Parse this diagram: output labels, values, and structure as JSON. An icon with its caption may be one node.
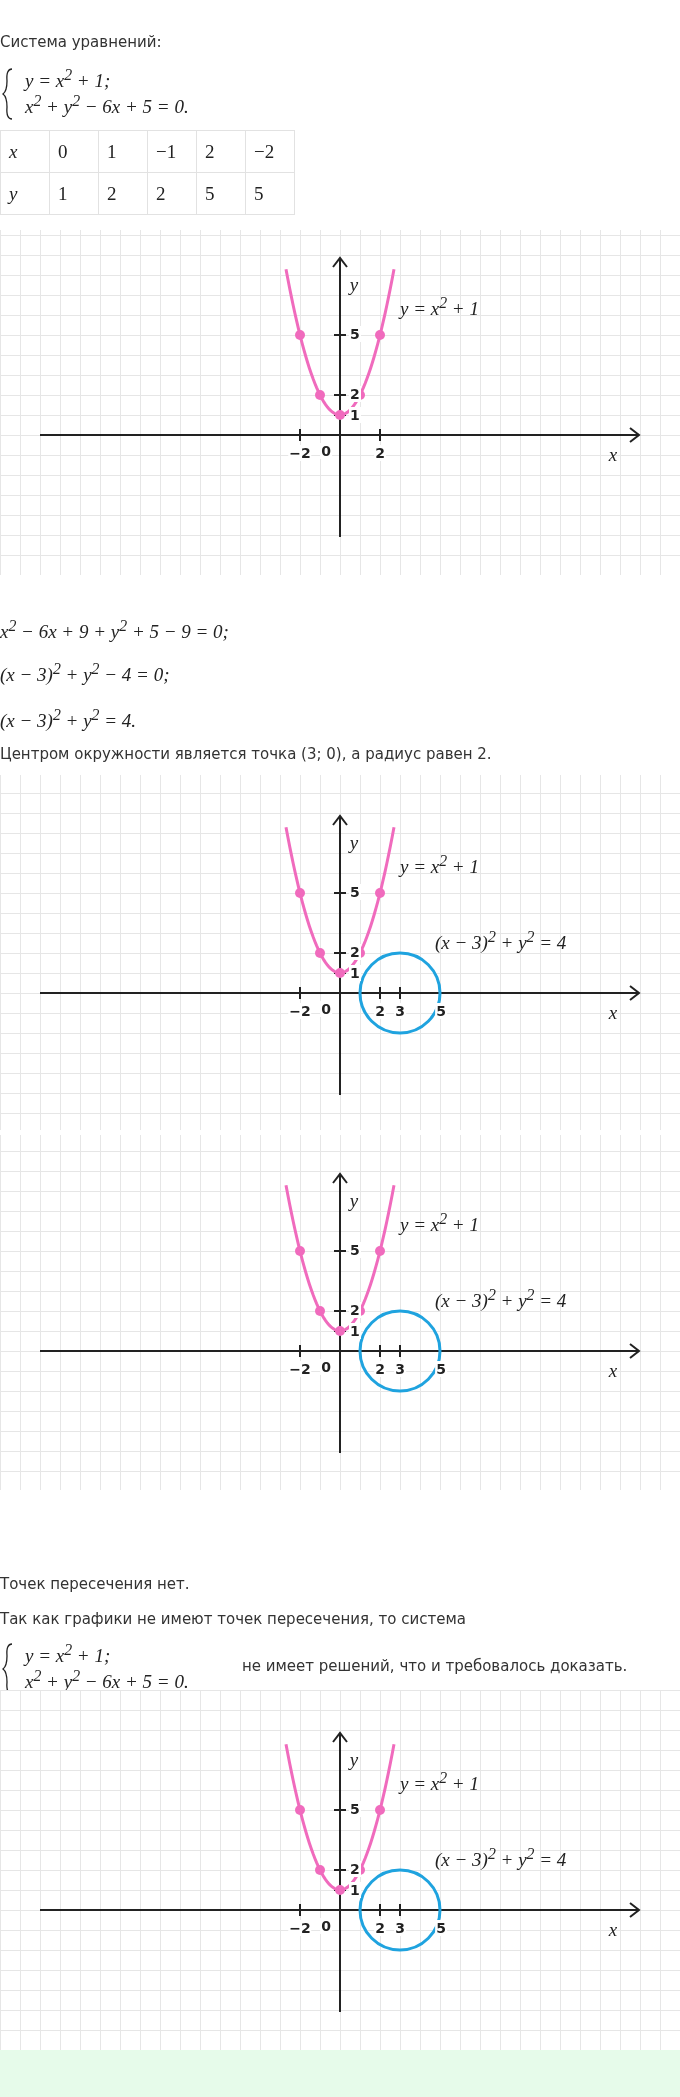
{
  "diagram": {
    "labels": [
      "Система уравнений:",
      "y = x$^{2}$ + 1;",
      "x$^{2}$ + y$^{2}$ − 6x + 5 = 0.",
      "x",
      "0",
      "1",
      "−1",
      "2",
      "−2",
      "y",
      "1",
      "2",
      "2",
      "5",
      "5",
      "y",
      "y = x$^{2}$ + 1",
      "5",
      "2",
      "1",
      "−2",
      "0",
      "2",
      "x",
      "x$^{2}$ − 6x + 9 + y$^{2}$ + 5 − 9 = 0;",
      "(x − 3)$^{2}$ + y$^{2}$ − 4 = 0;",
      "(x − 3)$^{2}$ + y$^{2}$ = 4.",
      "Центром окружности является точка (3; 0), а радиус равен 2.",
      "y",
      "y = x$^{2}$ + 1",
      "5",
      "(x − 3)$^{2}$ + y$^{2}$ = 4",
      "2",
      "1",
      "−2",
      "0",
      "2",
      "3",
      "5",
      "x",
      "y",
      "y = x$^{2}$ + 1",
      "5",
      "(x − 3)$^{2}$ + y$^{2}$ = 4",
      "2",
      "1",
      "−2",
      "0",
      "2",
      "3",
      "5",
      "x",
      "Точек пересечения нет.",
      "Так как графики не имеют точек пересечения, то система",
      "y = x$^{2}$ + 1;",
      "x$^{2}$ + y$^{2}$ − 6x + 5 = 0.",
      "не имеет решений, что и требовалось доказать.",
      "y",
      "y = x$^{2}$ + 1",
      "5",
      "(x − 3)$^{2}$ + y$^{2}$ = 4",
      "2",
      "1",
      "−2",
      "0",
      "2",
      "3",
      "5",
      "x"
    ]
  }
}
